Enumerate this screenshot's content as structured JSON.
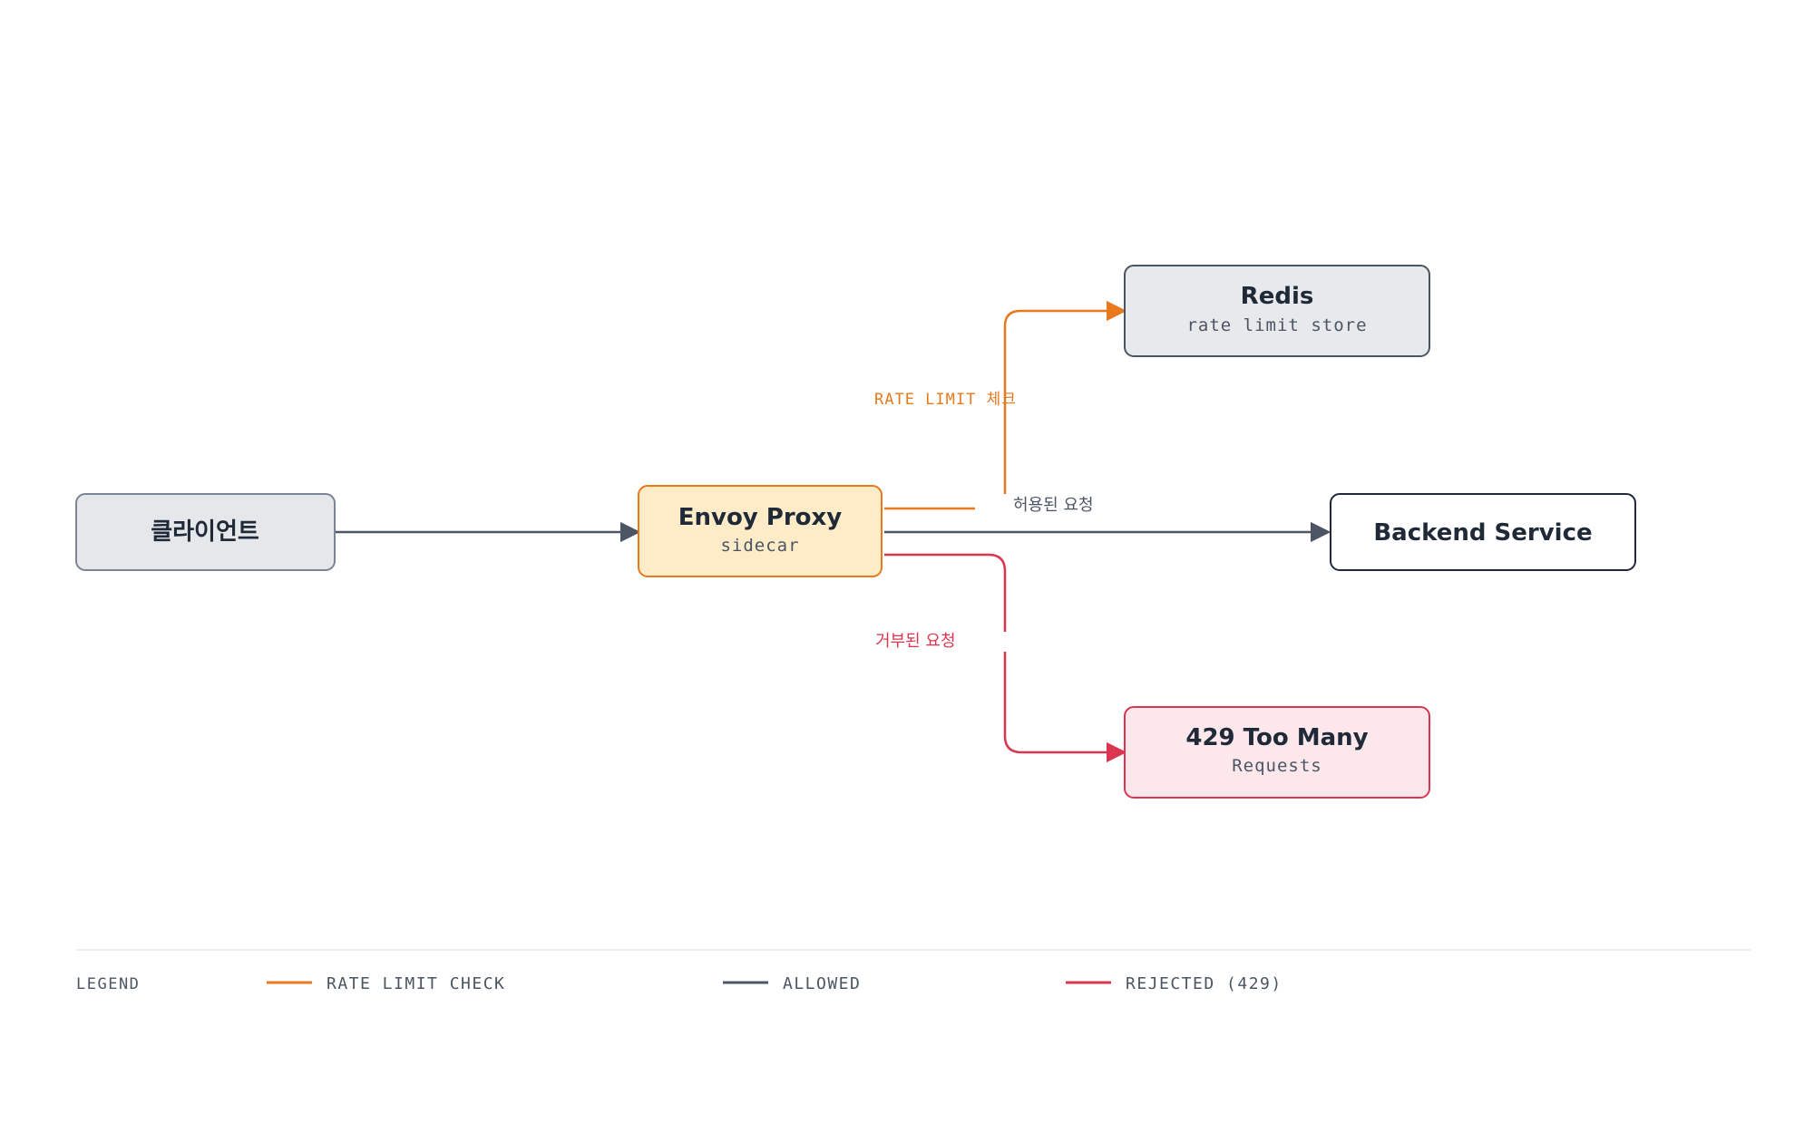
{
  "colors": {
    "rate_limit": "#e8791d",
    "allowed": "#4b5563",
    "rejected": "#dc3550"
  },
  "nodes": {
    "client": {
      "title": "클라이언트"
    },
    "envoy": {
      "title": "Envoy Proxy",
      "subtitle": "sidecar"
    },
    "redis": {
      "title": "Redis",
      "subtitle": "rate limit store"
    },
    "backend": {
      "title": "Backend Service"
    },
    "rejected": {
      "title": "429 Too Many",
      "subtitle": "Requests"
    }
  },
  "edges": {
    "rate_limit_label": "RATE LIMIT 체크",
    "allowed_label": "허용된 요청",
    "rejected_label": "거부된 요청"
  },
  "legend": {
    "title": "LEGEND",
    "items": [
      {
        "label": "RATE LIMIT CHECK",
        "color": "#e8791d"
      },
      {
        "label": "ALLOWED",
        "color": "#4b5563"
      },
      {
        "label": "REJECTED (429)",
        "color": "#dc3550"
      }
    ]
  }
}
